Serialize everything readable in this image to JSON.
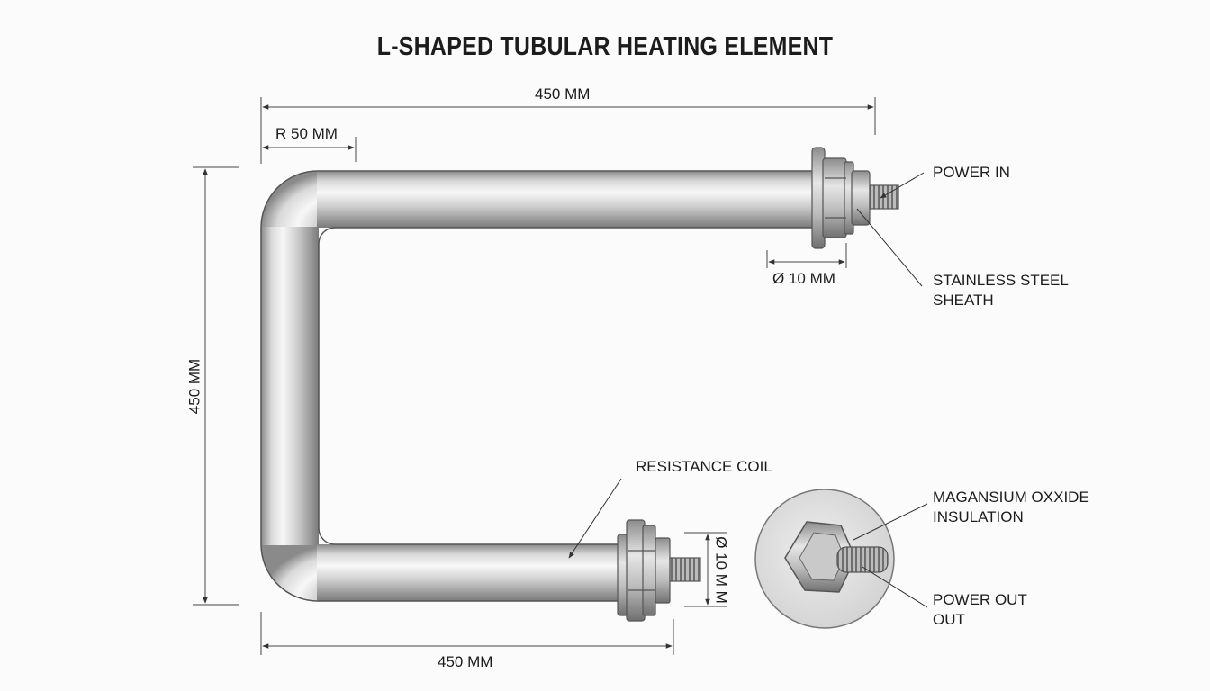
{
  "title": "L-SHAPED TUBULAR HEATING ELEMENT",
  "dimensions": {
    "top_width": "450 MM",
    "bend_radius": "R 50 MM",
    "height": "450 MM",
    "bottom_width": "450 MM",
    "top_diameter": "Ø 10 MM",
    "bottom_diameter": "Ø 10 M M"
  },
  "callouts": {
    "power_in": "POWER IN",
    "sheath_line1": "STAINLESS STEEL",
    "sheath_line2": "SHEATH",
    "resistance_coil": "RESISTANCE COIL",
    "insulation_line1": "MAGANSIUM OXXIDE",
    "insulation_line2": "INSULATION",
    "power_out_line1": "POWER OUT",
    "power_out_line2": "OUT"
  },
  "colors": {
    "metal_light": "#f2f2f2",
    "metal_mid": "#c4c4c4",
    "metal_dark": "#7d7d7d",
    "outline": "#555555",
    "line": "#333333"
  }
}
